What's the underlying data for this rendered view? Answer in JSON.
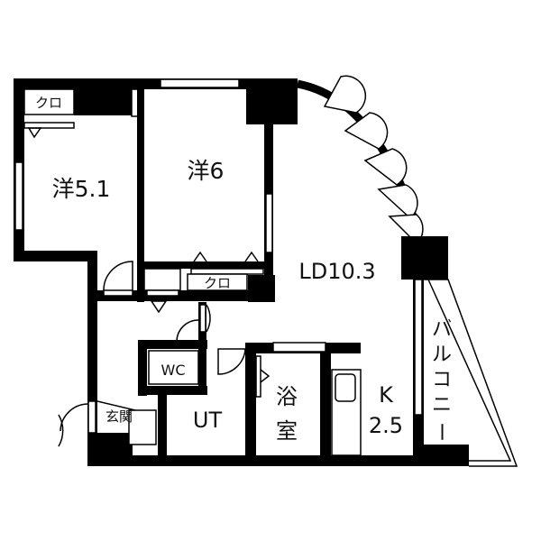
{
  "rooms": {
    "western_room_1": "洋5.1",
    "western_room_2": "洋6",
    "living_dining": "LD10.3",
    "closet_1": "クロ",
    "closet_2": "クロ",
    "toilet": "WC",
    "utility": "UT",
    "bath_line1": "浴",
    "bath_line2": "室",
    "kitchen_line1": "K",
    "kitchen_line2": "2.5",
    "entrance": "玄関",
    "balcony_chars": [
      "バ",
      "ル",
      "コ",
      "ニ",
      "ー"
    ]
  }
}
